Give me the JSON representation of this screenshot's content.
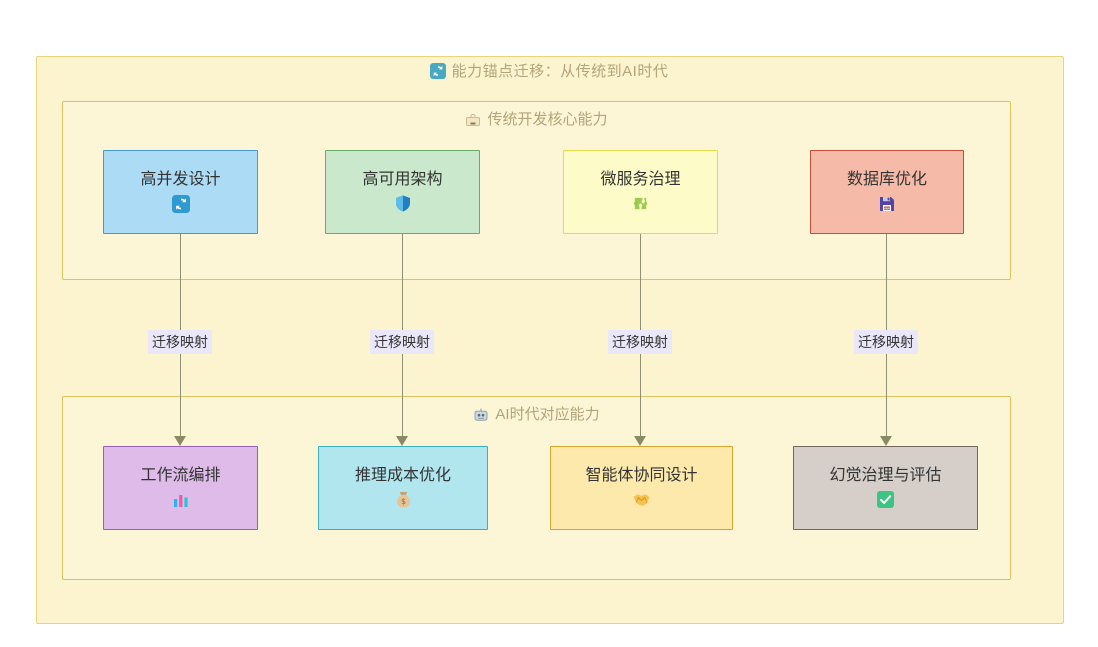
{
  "diagram": {
    "title": "能力锚点迁移：从传统到AI时代",
    "title_icon": "sync-icon",
    "colors": {
      "outer_fill": "#fcf3cf",
      "outer_border": "#e7d47f",
      "group_fill": "#fdf6d6",
      "group_border": "#e0c35e",
      "title_text": "#b3a479",
      "node_text": "#333333",
      "edge_line": "#8f8f73",
      "edge_label_bg": "#e9e7f8"
    },
    "groups": [
      {
        "label": "传统开发核心能力",
        "icon": "toolbox-icon",
        "nodes": [
          {
            "label": "高并发设计",
            "icon": "sync-icon",
            "fill": "#abdbf5",
            "border": "#4a98ce"
          },
          {
            "label": "高可用架构",
            "icon": "shield-icon",
            "fill": "#cae8cb",
            "border": "#6aaa6a"
          },
          {
            "label": "微服务治理",
            "icon": "puzzle-icon",
            "fill": "#fdfcc8",
            "border": "#dfdf4a"
          },
          {
            "label": "数据库优化",
            "icon": "floppy-disk-icon",
            "fill": "#f6bba8",
            "border": "#c94e39"
          }
        ]
      },
      {
        "label": "AI时代对应能力",
        "icon": "robot-icon",
        "nodes": [
          {
            "label": "工作流编排",
            "icon": "bar-chart-icon",
            "fill": "#debbe9",
            "border": "#9a5fb5"
          },
          {
            "label": "推理成本优化",
            "icon": "money-bag-icon",
            "fill": "#b2e6ef",
            "border": "#3aafc4"
          },
          {
            "label": "智能体协同设计",
            "icon": "handshake-icon",
            "fill": "#fce9ab",
            "border": "#d8a52e"
          },
          {
            "label": "幻觉治理与评估",
            "icon": "check-mark-icon",
            "fill": "#d6cfc9",
            "border": "#73665c"
          }
        ]
      }
    ],
    "edges": [
      {
        "label": "迁移映射"
      },
      {
        "label": "迁移映射"
      },
      {
        "label": "迁移映射"
      },
      {
        "label": "迁移映射"
      }
    ]
  }
}
